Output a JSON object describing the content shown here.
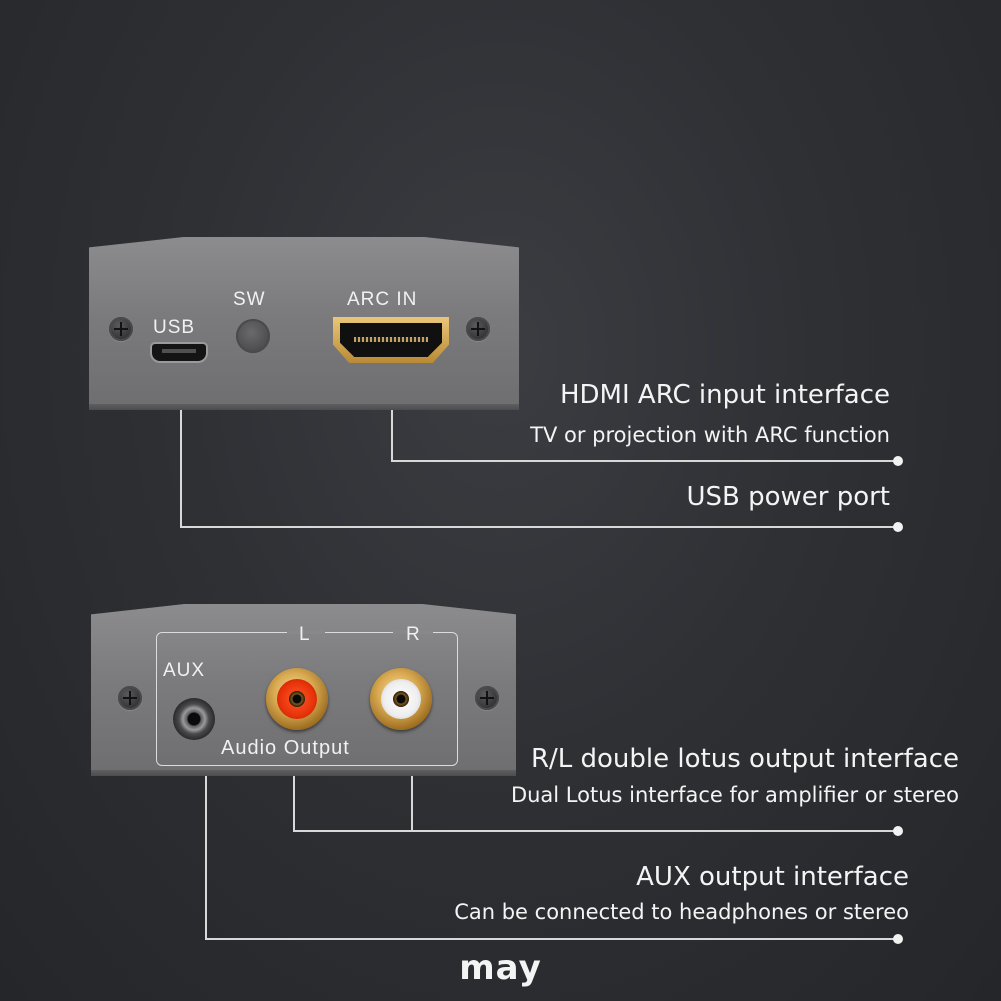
{
  "top_panel": {
    "usb_label": "USB",
    "sw_label": "SW",
    "arc_label": "ARC IN"
  },
  "bottom_panel": {
    "aux_label": "AUX",
    "left_label": "L",
    "right_label": "R",
    "output_label": "Audio Output"
  },
  "callouts": {
    "hdmi_title": "HDMI ARC input interface",
    "hdmi_sub": "TV or projection with ARC function",
    "usb_title": "USB power port",
    "rl_title": "R/L double lotus output interface",
    "rl_sub": "Dual Lotus interface for amplifier or stereo",
    "aux_title": "AUX output interface",
    "aux_sub": "Can be connected to headphones or stereo"
  },
  "brand": "may",
  "colors": {
    "background": "#2e3034",
    "panel": "#7d7d7f",
    "rca_red": "#e8320a",
    "rca_white": "#eeeeee",
    "gold": "#d8a951"
  }
}
